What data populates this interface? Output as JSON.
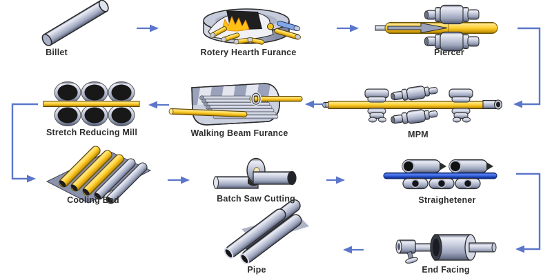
{
  "diagram": {
    "background_color": "#ffffff",
    "arrow_color": "#5b76ca",
    "stations": [
      {
        "id": "billet",
        "label": "Billet",
        "row": 1
      },
      {
        "id": "rotary-hearth-furnace",
        "label": "Rotery Hearth Furance",
        "row": 1
      },
      {
        "id": "piercer",
        "label": "Piercer",
        "row": 1
      },
      {
        "id": "stretch-reducing-mill",
        "label": "Stretch Reducing Mill",
        "row": 2
      },
      {
        "id": "walking-beam-furnace",
        "label": "Walking Beam Furance",
        "row": 2
      },
      {
        "id": "mpm",
        "label": "MPM",
        "row": 2
      },
      {
        "id": "cooling-bed",
        "label": "Cooling Bed",
        "row": 3
      },
      {
        "id": "batch-saw-cutting",
        "label": "Batch Saw Cutting",
        "row": 3
      },
      {
        "id": "straightener",
        "label": "Straighetener",
        "row": 3
      },
      {
        "id": "pipe",
        "label": "Pipe",
        "row": 4
      },
      {
        "id": "end-facing",
        "label": "End Facing",
        "row": 4
      }
    ],
    "flow_sequence": [
      "Billet",
      "Rotery Hearth Furance",
      "Piercer",
      "MPM",
      "Walking Beam Furance",
      "Stretch Reducing Mill",
      "Cooling Bed",
      "Batch Saw Cutting",
      "Straighetener",
      "End Facing",
      "Pipe"
    ],
    "colors": {
      "tube_yellow": "#ffcf2e",
      "steel_silver": "#c6cbdc",
      "straightener_bar_blue": "#2a55d4",
      "label_text": "#2e2e2e"
    }
  }
}
